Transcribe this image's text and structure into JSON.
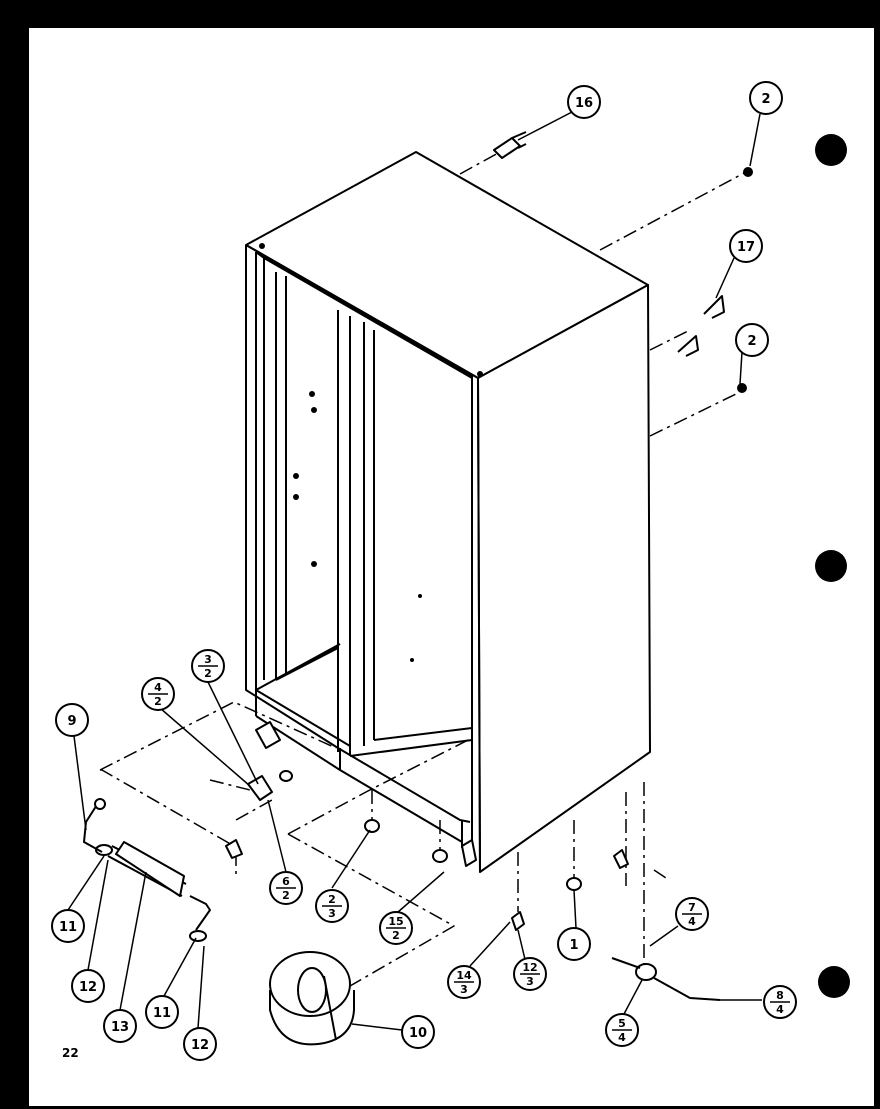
{
  "page_number": "22",
  "callouts": {
    "c16": "16",
    "c2_top": "2",
    "c17": "17",
    "c2_mid": "2",
    "c9": "9",
    "c4_2": {
      "top": "4",
      "bottom": "2"
    },
    "c3_2": {
      "top": "3",
      "bottom": "2"
    },
    "c6_2": {
      "top": "6",
      "bottom": "2"
    },
    "c2_3": {
      "top": "2",
      "bottom": "3"
    },
    "c15_2": {
      "top": "15",
      "bottom": "2"
    },
    "c14_3": {
      "top": "14",
      "bottom": "3"
    },
    "c12_3": {
      "top": "12",
      "bottom": "3"
    },
    "c1": "1",
    "c7_4": {
      "top": "7",
      "bottom": "4"
    },
    "c8_4": {
      "top": "8",
      "bottom": "4"
    },
    "c5_4": {
      "top": "5",
      "bottom": "4"
    },
    "c11_a": "11",
    "c12_a": "12",
    "c13": "13",
    "c11_b": "11",
    "c12_b": "12",
    "c10": "10"
  }
}
